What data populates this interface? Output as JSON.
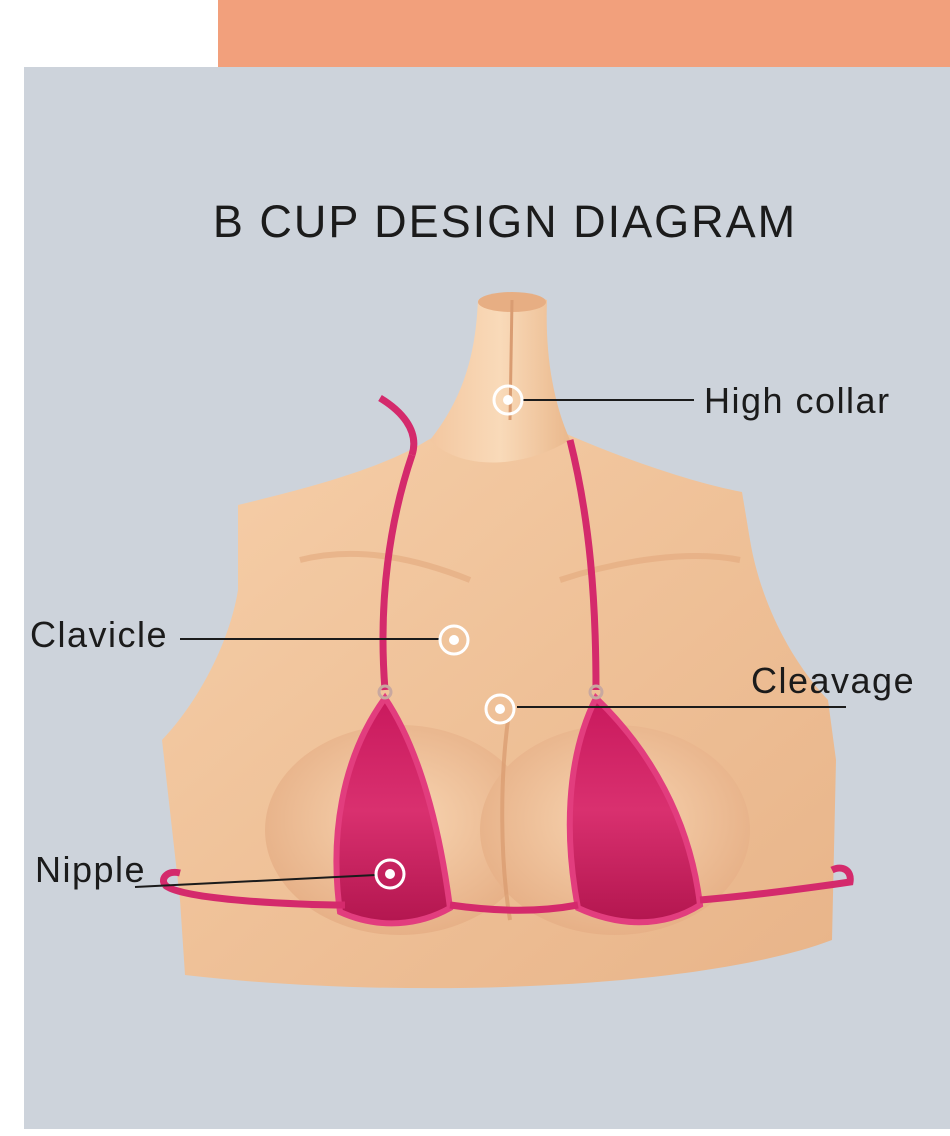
{
  "title": "B CUP DESIGN DIAGRAM",
  "colors": {
    "accent": "#f2a07c",
    "panel": "#cdd3db",
    "skin": "#f1c49d",
    "bikini": "#d42a6c"
  },
  "labels": {
    "high_collar": "High collar",
    "clavicle": "Clavicle",
    "cleavage": "Cleavage",
    "nipple": "Nipple"
  },
  "markers": [
    "high-collar-marker",
    "clavicle-marker",
    "cleavage-marker",
    "nipple-marker"
  ]
}
